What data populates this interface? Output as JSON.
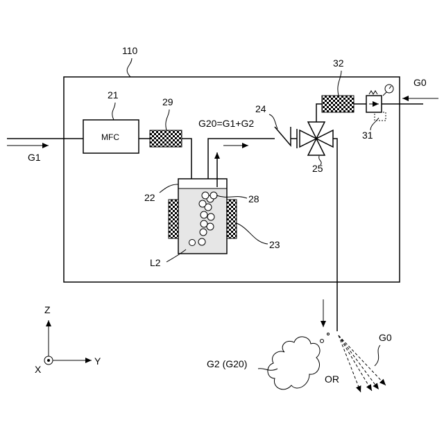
{
  "labels": {
    "device": "110",
    "mfc_num": "21",
    "mfc_box": "MFC",
    "heater29": "29",
    "valve24": "24",
    "mix_eq": "G20=G1+G2",
    "heater32": "32",
    "g0_in": "G0",
    "g1_in": "G1",
    "regulator31": "31",
    "valve25": "25",
    "tank22": "22",
    "bubbles28": "28",
    "heater23": "23",
    "liquid": "L2",
    "cloud_label": "G2 (G20)",
    "or_text": "OR",
    "spray_label": "G0"
  },
  "axes": {
    "z": "Z",
    "y": "Y",
    "x": "X"
  }
}
